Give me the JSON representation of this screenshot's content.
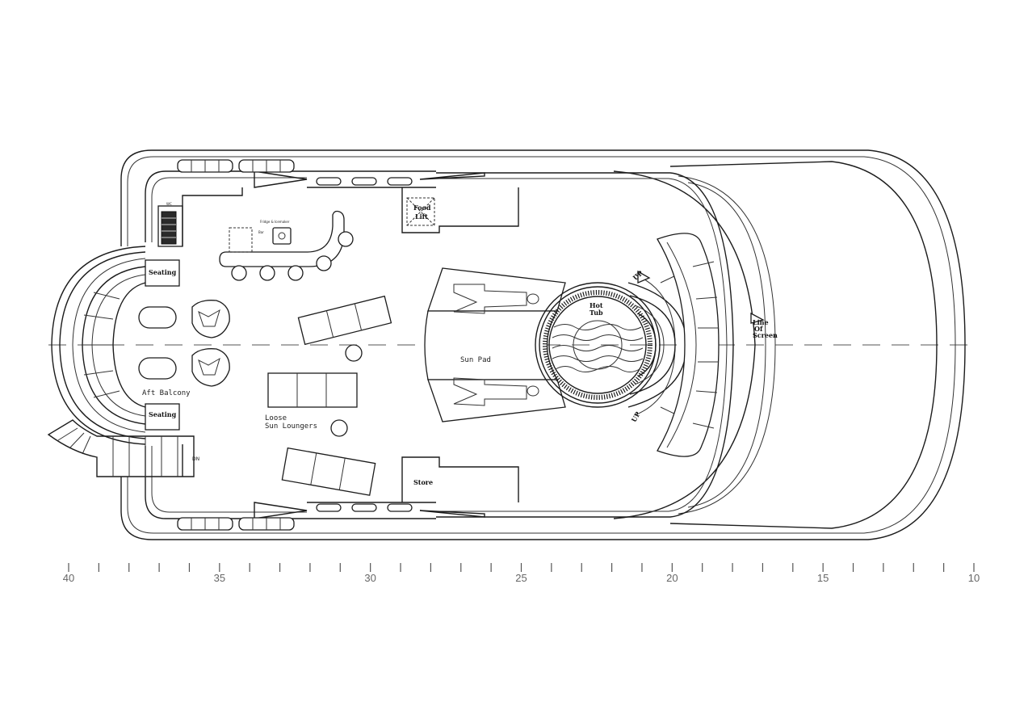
{
  "labels": {
    "seating_top": "Seating",
    "seating_bottom": "Seating",
    "aft_balcony": "Aft Balcony",
    "loose_sun_loungers_1": "Loose",
    "loose_sun_loungers_2": "Sun Loungers",
    "food_lift_1": "Food",
    "food_lift_2": "Lift",
    "store": "Store",
    "sun_pad": "Sun Pad",
    "hot_tub_1": "Hot",
    "hot_tub_2": "Tub",
    "line_of_screen_1": "Line",
    "line_of_screen_2": "Of",
    "line_of_screen_3": "Screen",
    "up_top": "UP",
    "up_bottom": "UP",
    "down_stair": "DN",
    "bar_caption": "Fridge & Icemaker",
    "bar_label": "Bar",
    "wc_label": "WC"
  },
  "scale": {
    "labels": [
      "40",
      "35",
      "30",
      "25",
      "20",
      "15",
      "10"
    ]
  },
  "colors": {
    "line": "#1c1c1c",
    "scale": "#666666",
    "background": "#ffffff"
  }
}
